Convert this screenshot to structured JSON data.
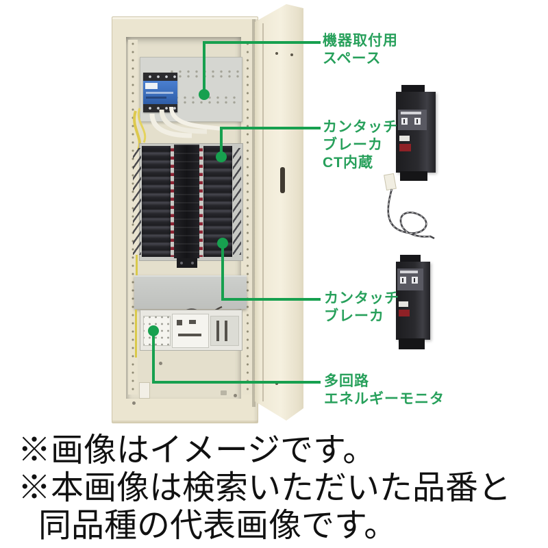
{
  "annotations": [
    {
      "id": "equipment-mounting-space",
      "lines": [
        "機器取付用",
        "スペース"
      ]
    },
    {
      "id": "kantouch-breaker-ct-builtin",
      "lines": [
        "カンタッチ",
        "ブレーカ",
        "CT内蔵"
      ]
    },
    {
      "id": "kantouch-breaker",
      "lines": [
        "カンタッチ",
        "ブレーカ"
      ]
    },
    {
      "id": "multi-circuit-energy-monitor",
      "lines": [
        "多回路",
        "エネルギーモニタ"
      ]
    }
  ],
  "caption": {
    "line1": "※画像はイメージです。",
    "line2": "※本画像は検索いただいた品番と",
    "line3": "同品種の代表画像です。"
  },
  "colors": {
    "annotation_green": "#17a04f",
    "label_text_green": "#27a05b",
    "cabinet_cream": "#ebe5d0",
    "mounting_plate_gray": "#d5d6d1",
    "cover_panel_gray": "#c6c8c5",
    "breaker_black": "#232327",
    "switch_red": "#8e2126",
    "main_breaker_blue": "#3a6ec2",
    "caption_text": "#111111",
    "background": "#ffffff"
  }
}
